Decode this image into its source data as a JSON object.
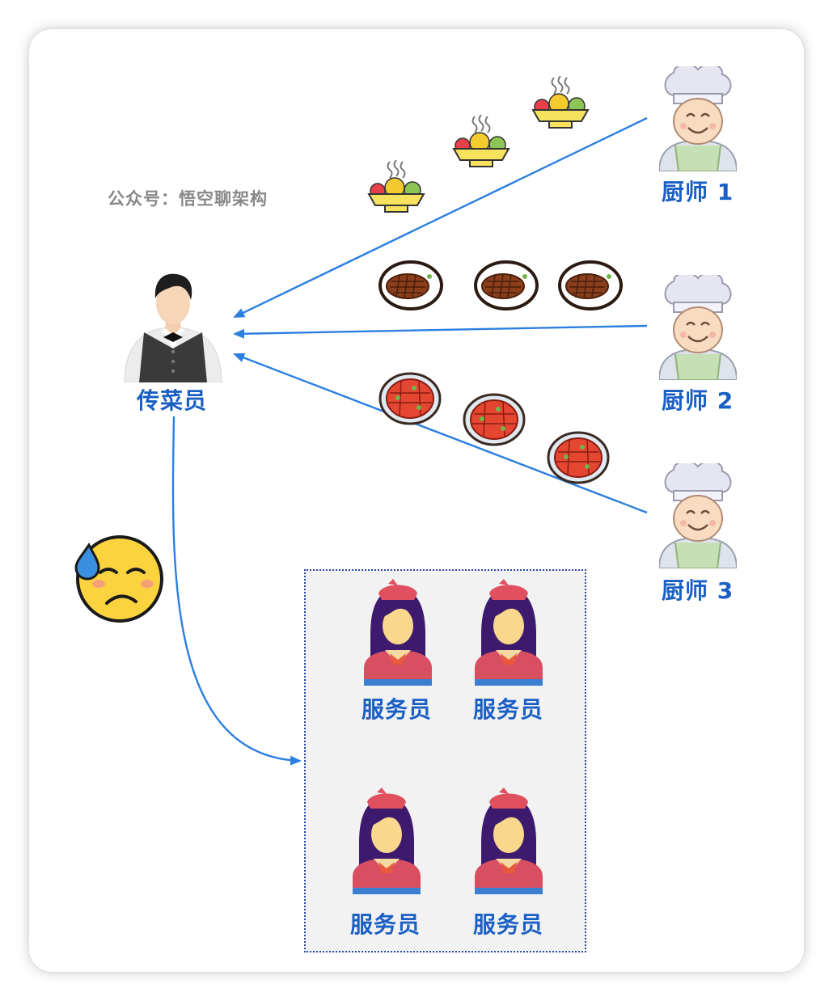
{
  "watermark": "公众号：悟空聊架构",
  "runner": {
    "label": "传菜员"
  },
  "chefs": [
    {
      "label": "厨师 1"
    },
    {
      "label": "厨师 2"
    },
    {
      "label": "厨师 3"
    }
  ],
  "waiters": [
    {
      "label": "服务员"
    },
    {
      "label": "服务员"
    },
    {
      "label": "服务员"
    },
    {
      "label": "服务员"
    }
  ],
  "colors": {
    "arrow": "#2b7fe0",
    "label": "#1a5fc4",
    "waiter_box_border": "#2a49a8",
    "waiter_box_fill": "#f2f2f2"
  },
  "icons": {
    "chef": "chef-icon",
    "runner": "waiter-in-vest-icon",
    "waiter": "stewardess-icon",
    "emoji": "sad-sweat-emoji-icon",
    "dish_1": "fruit-bowl-icon",
    "dish_2": "steak-plate-icon",
    "dish_3": "pizza-plate-icon"
  }
}
